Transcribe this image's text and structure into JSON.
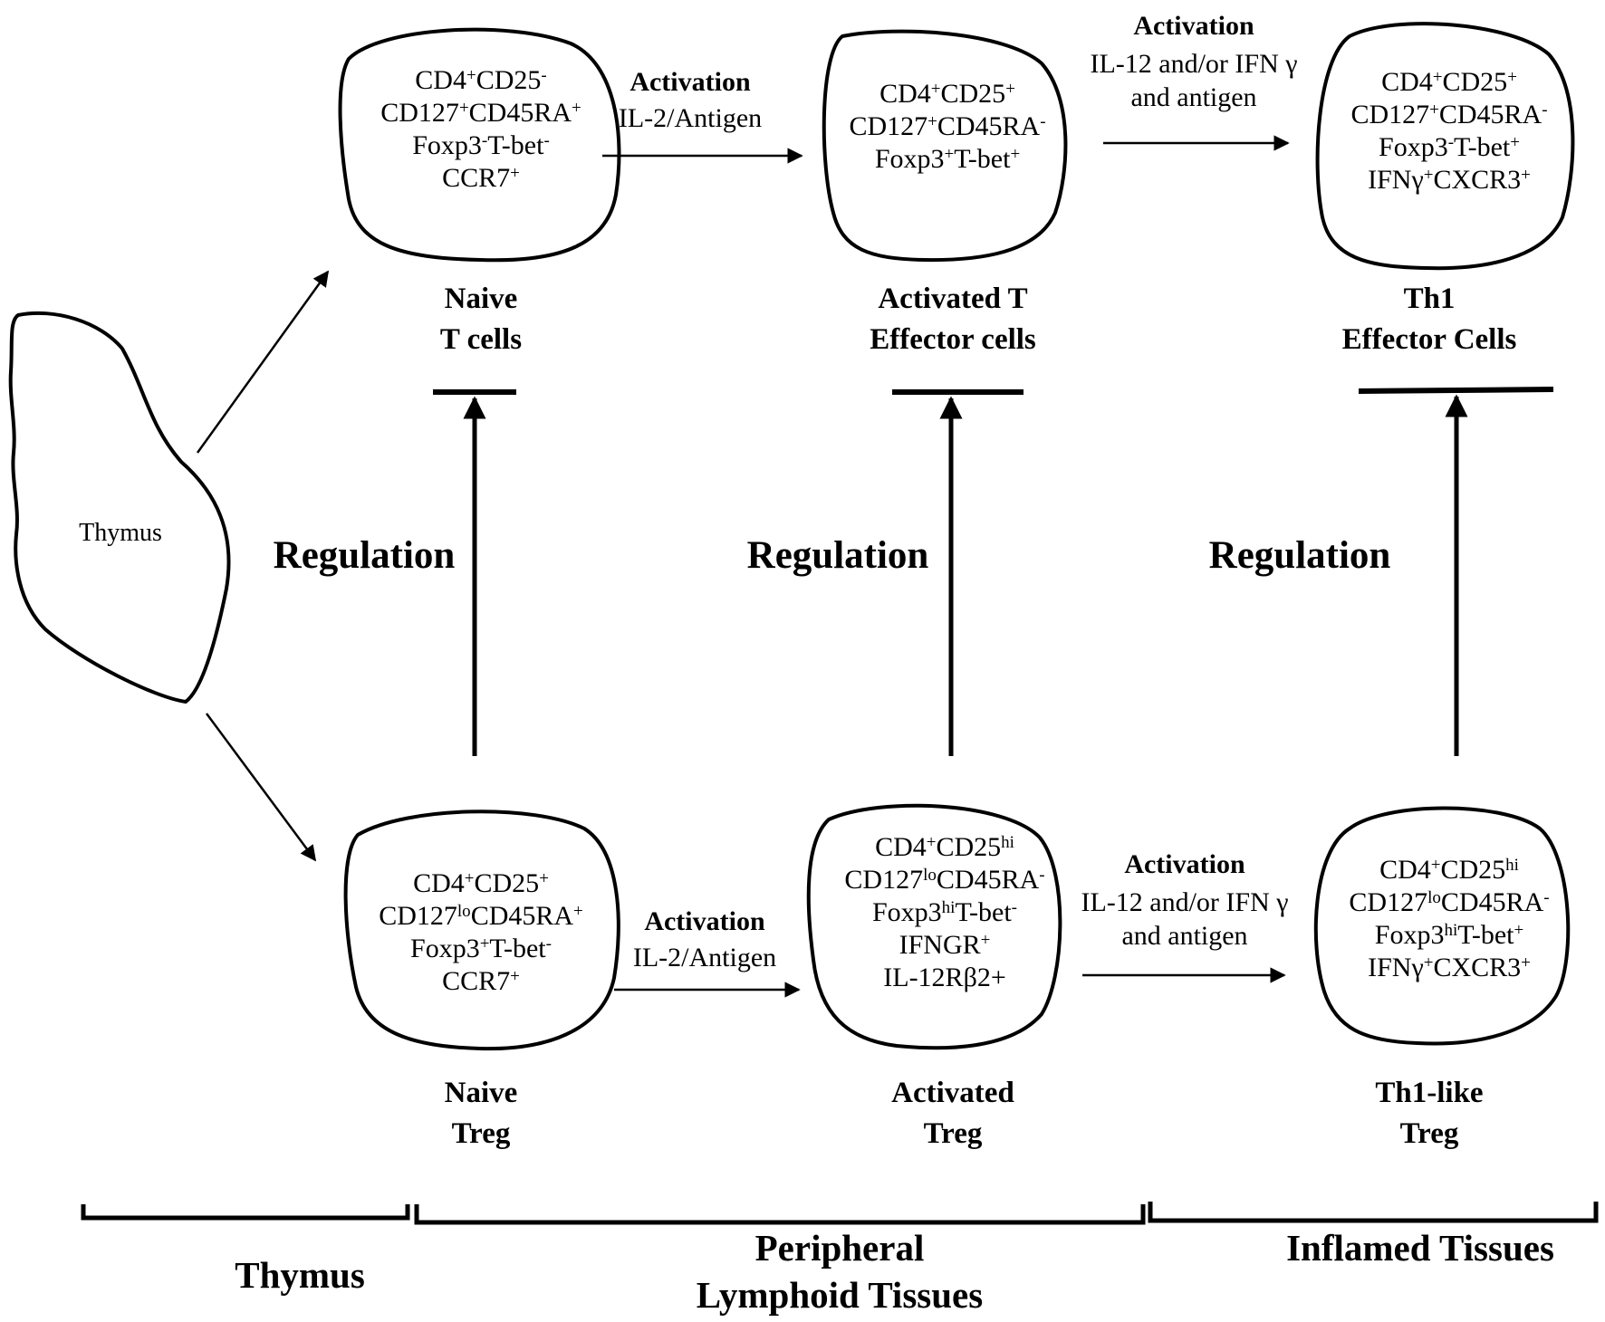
{
  "thymus_organ": {
    "label": "Thymus"
  },
  "cells": {
    "naive_t": {
      "name": [
        "Naive",
        "T cells"
      ],
      "markers": [
        [
          {
            "t": "CD4"
          },
          {
            "t": "+",
            "s": 1
          },
          {
            "t": "CD25"
          },
          {
            "t": "-",
            "s": 1
          }
        ],
        [
          {
            "t": "CD127"
          },
          {
            "t": "+",
            "s": 1
          },
          {
            "t": "CD45RA"
          },
          {
            "t": "+",
            "s": 1
          }
        ],
        [
          {
            "t": "Foxp3"
          },
          {
            "t": "-",
            "s": 1
          },
          {
            "t": "T-bet"
          },
          {
            "t": "-",
            "s": 1
          }
        ],
        [
          {
            "t": "CCR7"
          },
          {
            "t": "+",
            "s": 1
          }
        ]
      ]
    },
    "activated_t": {
      "name": [
        "Activated T",
        "Effector cells"
      ],
      "markers": [
        [
          {
            "t": "CD4"
          },
          {
            "t": "+",
            "s": 1
          },
          {
            "t": "CD25"
          },
          {
            "t": "+",
            "s": 1
          }
        ],
        [
          {
            "t": "CD127"
          },
          {
            "t": "+",
            "s": 1
          },
          {
            "t": "CD45RA"
          },
          {
            "t": "-",
            "s": 1
          }
        ],
        [
          {
            "t": "Foxp3"
          },
          {
            "t": "+",
            "s": 1
          },
          {
            "t": "T-bet"
          },
          {
            "t": "+",
            "s": 1
          }
        ]
      ]
    },
    "th1": {
      "name": [
        "Th1",
        "Effector Cells"
      ],
      "markers": [
        [
          {
            "t": "CD4"
          },
          {
            "t": "+",
            "s": 1
          },
          {
            "t": "CD25"
          },
          {
            "t": "+",
            "s": 1
          }
        ],
        [
          {
            "t": "CD127"
          },
          {
            "t": "+",
            "s": 1
          },
          {
            "t": "CD45RA"
          },
          {
            "t": "-",
            "s": 1
          }
        ],
        [
          {
            "t": "Foxp3"
          },
          {
            "t": "-",
            "s": 1
          },
          {
            "t": "T-bet"
          },
          {
            "t": "+",
            "s": 1
          }
        ],
        [
          {
            "t": "IFNγ"
          },
          {
            "t": "+",
            "s": 1
          },
          {
            "t": "CXCR3"
          },
          {
            "t": "+",
            "s": 1
          }
        ]
      ]
    },
    "naive_treg": {
      "name": [
        "Naive",
        "Treg"
      ],
      "markers": [
        [
          {
            "t": "CD4"
          },
          {
            "t": "+",
            "s": 1
          },
          {
            "t": "CD25"
          },
          {
            "t": "+",
            "s": 1
          }
        ],
        [
          {
            "t": "CD127"
          },
          {
            "t": "lo",
            "s": 1
          },
          {
            "t": "CD45RA"
          },
          {
            "t": "+",
            "s": 1
          }
        ],
        [
          {
            "t": "Foxp3"
          },
          {
            "t": "+",
            "s": 1
          },
          {
            "t": "T-bet"
          },
          {
            "t": "-",
            "s": 1
          }
        ],
        [
          {
            "t": "CCR7"
          },
          {
            "t": "+",
            "s": 1
          }
        ]
      ]
    },
    "activated_treg": {
      "name": [
        "Activated",
        "Treg"
      ],
      "markers": [
        [
          {
            "t": "CD4"
          },
          {
            "t": "+",
            "s": 1
          },
          {
            "t": "CD25"
          },
          {
            "t": "hi",
            "s": 1
          }
        ],
        [
          {
            "t": "CD127"
          },
          {
            "t": "lo",
            "s": 1
          },
          {
            "t": "CD45RA"
          },
          {
            "t": "-",
            "s": 1
          }
        ],
        [
          {
            "t": "Foxp3"
          },
          {
            "t": "hi",
            "s": 1
          },
          {
            "t": "T-bet"
          },
          {
            "t": "-",
            "s": 1
          }
        ],
        [
          {
            "t": "IFNGR"
          },
          {
            "t": "+",
            "s": 1
          }
        ],
        [
          {
            "t": "IL-12Rβ2+"
          }
        ]
      ]
    },
    "th1_like_treg": {
      "name": [
        "Th1-like",
        "Treg"
      ],
      "markers": [
        [
          {
            "t": "CD4"
          },
          {
            "t": "+",
            "s": 1
          },
          {
            "t": "CD25"
          },
          {
            "t": "hi",
            "s": 1
          }
        ],
        [
          {
            "t": "CD127"
          },
          {
            "t": "lo",
            "s": 1
          },
          {
            "t": "CD45RA"
          },
          {
            "t": "-",
            "s": 1
          }
        ],
        [
          {
            "t": "Foxp3"
          },
          {
            "t": "hi",
            "s": 1
          },
          {
            "t": "T-bet"
          },
          {
            "t": "+",
            "s": 1
          }
        ],
        [
          {
            "t": "IFNγ"
          },
          {
            "t": "+",
            "s": 1
          },
          {
            "t": "CXCR3"
          },
          {
            "t": "+",
            "s": 1
          }
        ]
      ]
    }
  },
  "activations": {
    "top_1": {
      "title": "Activation",
      "lines": [
        "IL-2/Antigen"
      ]
    },
    "top_2": {
      "title": "Activation",
      "lines": [
        "IL-12 and/or IFN γ",
        "and antigen"
      ]
    },
    "bottom_1": {
      "title": "Activation",
      "lines": [
        "IL-2/Antigen"
      ]
    },
    "bottom_2": {
      "title": "Activation",
      "lines": [
        "IL-12 and/or IFN γ",
        "and antigen"
      ]
    }
  },
  "regulation": {
    "left": "Regulation",
    "middle": "Regulation",
    "right": "Regulation"
  },
  "regions": {
    "thymus": [
      "Thymus"
    ],
    "peripheral": [
      "Peripheral",
      "Lymphoid Tissues"
    ],
    "inflamed": [
      "Inflamed Tissues"
    ]
  }
}
